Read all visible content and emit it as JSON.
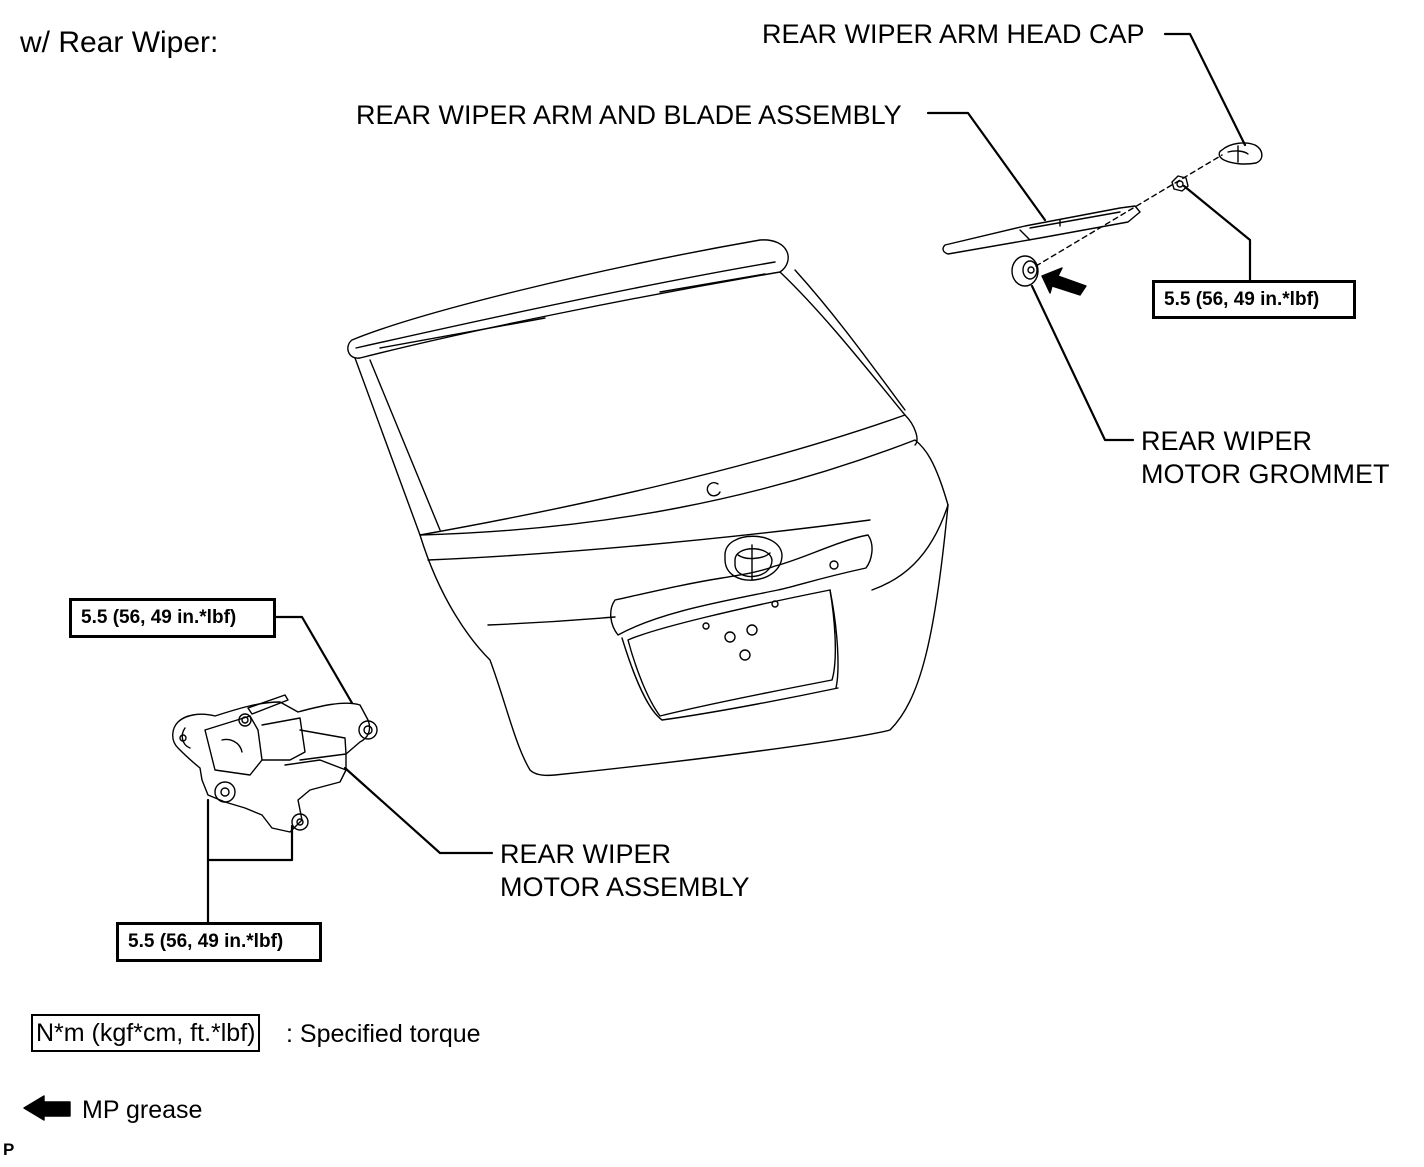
{
  "header": {
    "title": "w/ Rear Wiper:"
  },
  "labels": {
    "head_cap": "REAR WIPER ARM HEAD CAP",
    "arm_blade": "REAR WIPER ARM AND BLADE ASSEMBLY",
    "grommet_line1": "REAR WIPER",
    "grommet_line2": "MOTOR GROMMET",
    "motor_line1": "REAR WIPER",
    "motor_line2": "MOTOR ASSEMBLY"
  },
  "torques": {
    "nut_arm": "5.5 (56, 49 in.*lbf)",
    "motor_upper": "5.5 (56, 49 in.*lbf)",
    "motor_lower": "5.5 (56, 49 in.*lbf)"
  },
  "legend": {
    "torque_unit": "N*m (kgf*cm, ft.*lbf)",
    "torque_desc": ": Specified torque",
    "grease_desc": "MP grease"
  },
  "footer": {
    "code": "P"
  }
}
